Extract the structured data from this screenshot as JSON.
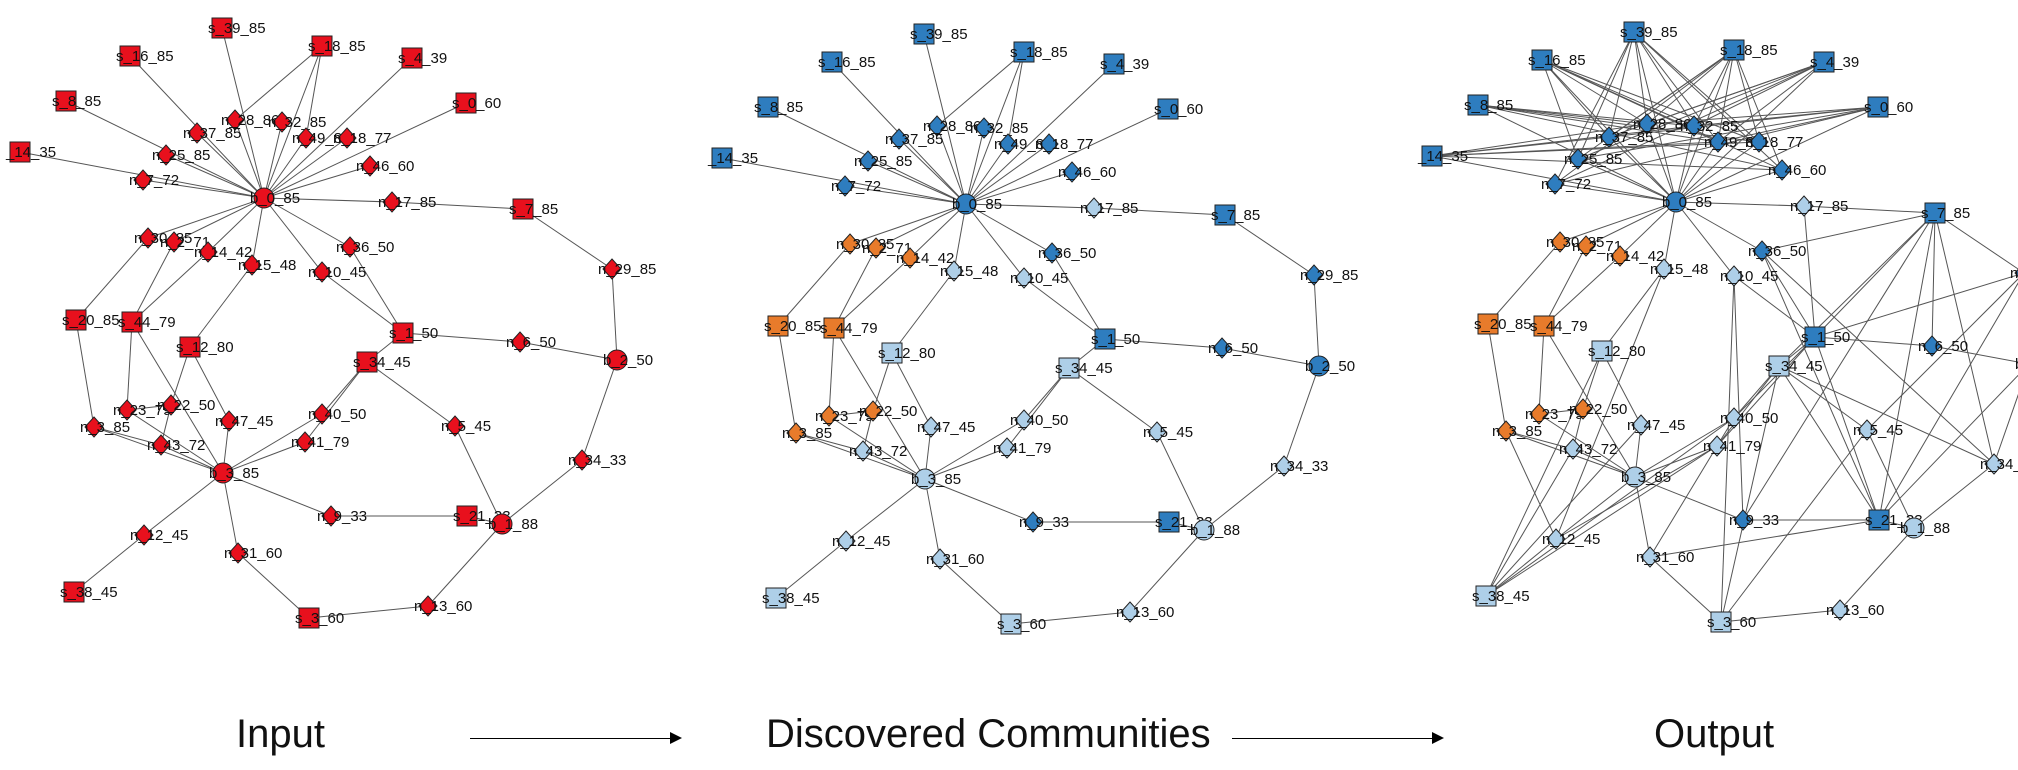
{
  "captions": {
    "input": "Input",
    "communities": "Discovered Communities",
    "output": "Output"
  },
  "colors": {
    "input": "#e8101d",
    "c1": "#2e7dbf",
    "c2": "#aecfe8",
    "c3": "#e87b2b",
    "edge": "#555555",
    "stroke": "#222222"
  },
  "node_labels": {
    "s_39": "s_39_85",
    "s_16": "s_16_85",
    "s_18": "s_18_85",
    "s_4": "s_4_39",
    "s_0": "s_0_60",
    "s_8": "s_8_85",
    "s_14": "_14_35",
    "n_28": "n_28_86",
    "n_32": "n_32_85",
    "n_37": "n_37_85",
    "n_49": "n_49_85",
    "n_18": "n_18_77",
    "n_25": "n_25_85",
    "n_46": "n_46_60",
    "n_7": "n_7_72",
    "b_0": "b_0_85",
    "n_17": "n_17_85",
    "s_7": "s_7_85",
    "n_30": "n_30_85",
    "n_2": "n_2_71",
    "n_14": "n_14_42",
    "n_15": "n_15_48",
    "n_10": "n_10_45",
    "n_36": "n_36_50",
    "n_29": "n_29_85",
    "s_20": "s_20_85",
    "s_44": "s_44_79",
    "s_12": "s_12_80",
    "s_1": "s_1_50",
    "n_6": "n_6_50",
    "b_2": "b_2_50",
    "s_34": "s_34_45",
    "n_23": "n_23_79",
    "n_22": "n_22_50",
    "n_47": "n_47_45",
    "n_40": "n_40_50",
    "n_5": "n_5_45",
    "n_3": "n_3_85",
    "n_43": "n_43_72",
    "n_41": "n_41_79",
    "n_34": "n_34_33",
    "b_3": "b_3_85",
    "n_9": "n_9_33",
    "s_21": "s_21_33",
    "b_1": "b_1_88",
    "n_12": "n_12_45",
    "n_31": "n_31_60",
    "s_38": "s_38_45",
    "s_3": "s_3_60",
    "n_13": "n_13_60"
  }
}
